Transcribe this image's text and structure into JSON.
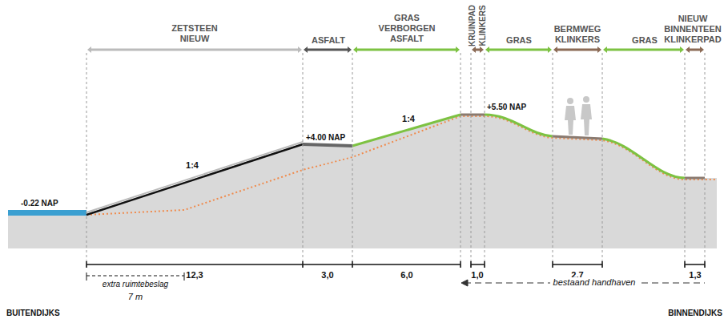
{
  "diagram": {
    "labels": [
      "ZETSTEEN NIEUW",
      "ASFALT",
      "GRAS VERBORGEN ASFALT",
      "KRUINPAD KLINKERS",
      "GRAS",
      "BERMWEG KLINKERS",
      "GRAS",
      "NIEUW BINNENTEEN KLINKERPAD",
      "1:4",
      "1:4",
      "+4.00 NAP",
      "+5.50 NAP",
      "-0.22 NAP",
      "12,3",
      "3,0",
      "6,0",
      "1,0",
      "2,7",
      "1,3",
      "extra ruimtebeslag",
      "7 m",
      "bestaand handhaven",
      "BUITENDIJKS",
      "BINNENDIJKS"
    ]
  }
}
